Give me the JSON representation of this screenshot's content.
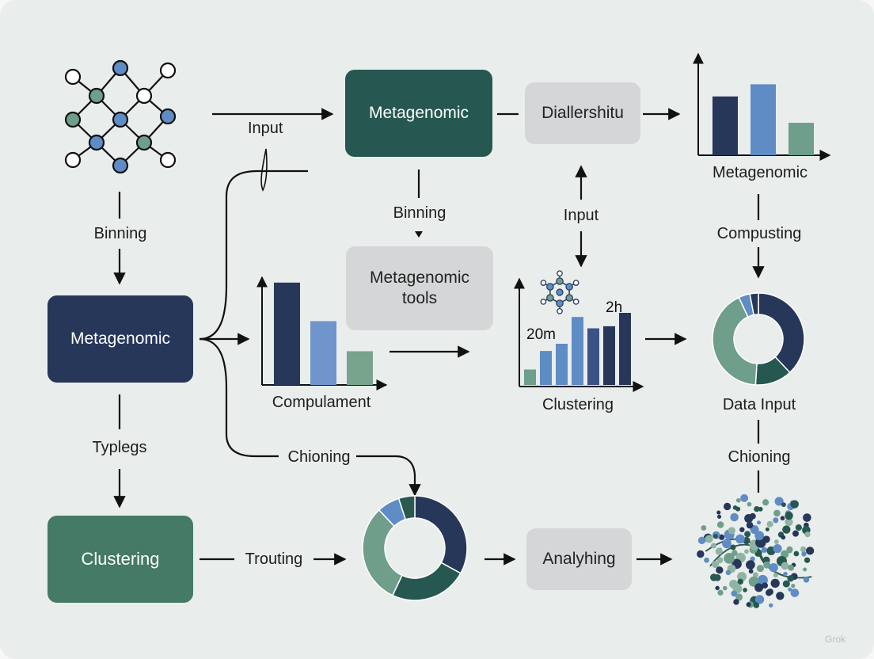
{
  "colors": {
    "navy": "#26375a",
    "teal": "#265751",
    "green": "#447a66",
    "blue": "#5f8cc4",
    "sage": "#6f9e8a",
    "grey_box": "#d4d6d7"
  },
  "boxes": {
    "metagenomic_top": "Metagenomic",
    "diallershitu": "Diallershitu",
    "metagenomic_tools": "Metagenomic\ntools",
    "metagenomic_left": "Metagenomic",
    "clustering_box": "Clustering",
    "analyhing": "Analyhing"
  },
  "labels": {
    "input_top": "Input",
    "binning_left": "Binning",
    "binning_center": "Binning",
    "input_mid": "Input",
    "metagenomic_chart": "Metagenomic",
    "compusting": "Compusting",
    "compulament": "Compulament",
    "clustering_chart": "Clustering",
    "data_input": "Data Input",
    "typlegs": "Typlegs",
    "chioning_center": "Chioning",
    "chioning_right": "Chioning",
    "trouting": "Trouting",
    "watermark": "Grok"
  },
  "icons": {
    "network": "network-graph-icon",
    "molecule": "molecule-icon",
    "particles": "particle-cluster-icon"
  },
  "chart_data": [
    {
      "type": "bar",
      "title": "",
      "caption": "Metagenomic",
      "values": [
        0.58,
        0.7,
        0.32
      ],
      "colors": [
        "#26375a",
        "#5f8cc4",
        "#6f9e8a"
      ]
    },
    {
      "type": "bar",
      "title": "",
      "caption": "Compulament",
      "values": [
        0.85,
        0.53,
        0.28
      ],
      "colors": [
        "#26375a",
        "#6f95cc",
        "#78a38c"
      ]
    },
    {
      "type": "bar",
      "title": "",
      "caption": "Clustering",
      "annotations": [
        "20m",
        "2h"
      ],
      "values": [
        0.15,
        0.33,
        0.4,
        0.66,
        0.55,
        0.57,
        0.7
      ],
      "colors": [
        "#6f9e8a",
        "#5f8cc4",
        "#5f8cc4",
        "#5f8cc4",
        "#3b5384",
        "#26375a",
        "#26375a"
      ]
    },
    {
      "type": "pie",
      "title": "",
      "caption": "Data Input",
      "values": [
        38,
        13,
        42,
        4,
        3
      ],
      "colors": [
        "#26375a",
        "#265751",
        "#6f9e8a",
        "#5f8cc4",
        "#26375a"
      ]
    },
    {
      "type": "pie",
      "title": "",
      "caption": "",
      "values": [
        33,
        24,
        31,
        7,
        5
      ],
      "colors": [
        "#26375a",
        "#265751",
        "#6f9e8a",
        "#5f8cc4",
        "#2a5a4f"
      ]
    }
  ]
}
